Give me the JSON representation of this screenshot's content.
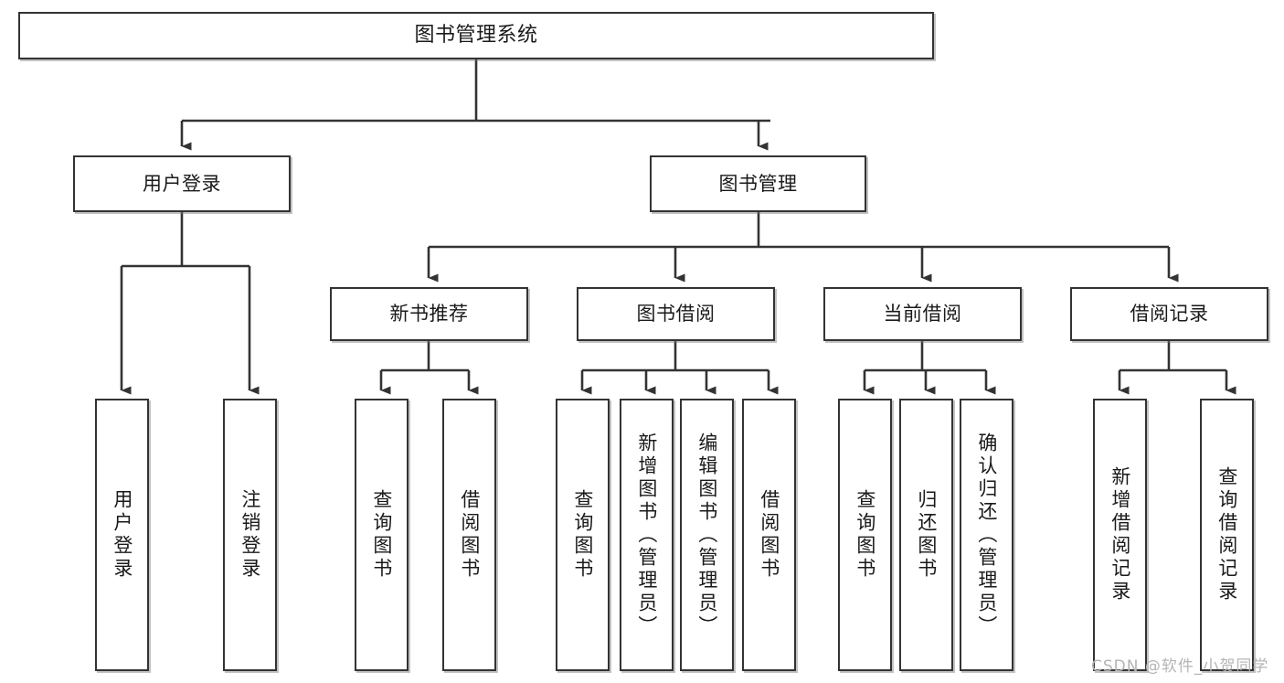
{
  "diagram": {
    "type": "tree-hierarchy",
    "title": "图书管理系统",
    "watermark": "CSDN @软件_小贺同学",
    "colors": {
      "box_border": "#333333",
      "box_fill": "#ffffff",
      "connector": "#333333",
      "watermark": "#b5b5b5",
      "page_background": "#ffffff"
    },
    "nodes": {
      "root": {
        "label": "图书管理系统",
        "orientation": "horizontal"
      },
      "level1": [
        {
          "label": "用户登录",
          "orientation": "horizontal"
        },
        {
          "label": "图书管理",
          "orientation": "horizontal"
        }
      ],
      "level2": [
        {
          "label": "新书推荐",
          "orientation": "horizontal"
        },
        {
          "label": "图书借阅",
          "orientation": "horizontal"
        },
        {
          "label": "当前借阅",
          "orientation": "horizontal"
        },
        {
          "label": "借阅记录",
          "orientation": "horizontal"
        }
      ],
      "leaves_user_login": [
        {
          "label": "用户登录",
          "orientation": "vertical"
        },
        {
          "label": "注销登录",
          "orientation": "vertical"
        }
      ],
      "leaves_new_book": [
        {
          "label": "查询图书",
          "orientation": "vertical"
        },
        {
          "label": "借阅图书",
          "orientation": "vertical"
        }
      ],
      "leaves_book_borrow": [
        {
          "label": "查询图书",
          "orientation": "vertical"
        },
        {
          "label": "新增图书（管理员）",
          "orientation": "vertical"
        },
        {
          "label": "编辑图书（管理员）",
          "orientation": "vertical"
        },
        {
          "label": "借阅图书",
          "orientation": "vertical"
        }
      ],
      "leaves_current_borrow": [
        {
          "label": "查询图书",
          "orientation": "vertical"
        },
        {
          "label": "归还图书",
          "orientation": "vertical"
        },
        {
          "label": "确认归还（管理员）",
          "orientation": "vertical"
        }
      ],
      "leaves_borrow_record": [
        {
          "label": "新增借阅记录",
          "orientation": "vertical"
        },
        {
          "label": "查询借阅记录",
          "orientation": "vertical"
        }
      ]
    }
  }
}
